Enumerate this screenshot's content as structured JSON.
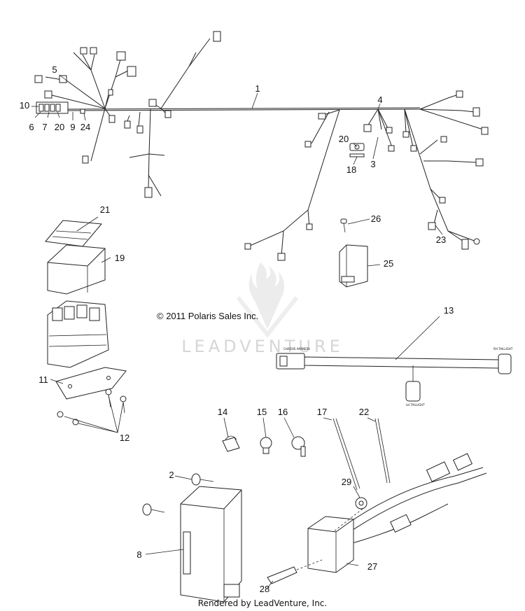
{
  "copyright": "© 2011 Polaris Sales Inc.",
  "watermark": "LEADVENTURE",
  "footer": "Rendered by LeadVenture, Inc.",
  "harness_labels": {
    "chassis": "CHASSIS HARNESS",
    "rh_taillight": "RH TAILLIGHT",
    "lh_taillight": "LH TAILLIGHT"
  },
  "callouts": [
    "1",
    "2",
    "3",
    "4",
    "5",
    "6",
    "7",
    "8",
    "9",
    "10",
    "11",
    "12",
    "13",
    "14",
    "15",
    "16",
    "17",
    "18",
    "19",
    "20",
    "20",
    "21",
    "22",
    "23",
    "24",
    "25",
    "26",
    "27",
    "28",
    "29"
  ]
}
